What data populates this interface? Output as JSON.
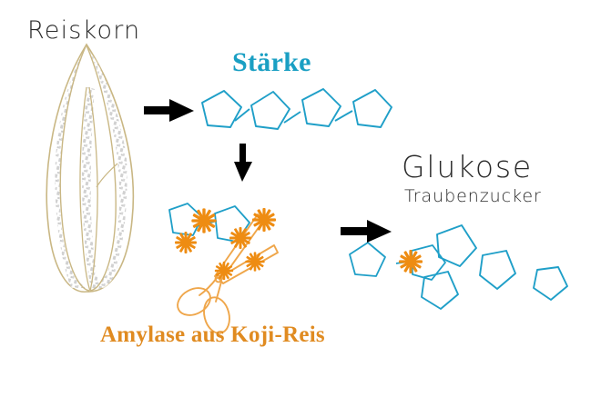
{
  "diagram": {
    "title_implied": "Rice starch to glucose conversion by koji amylase",
    "background_color": "#ffffff",
    "labels": {
      "reiskorn": "Reiskorn",
      "staerke": "Stärke",
      "amylase": "Amylase aus Koji-Reis",
      "glukose": "Glukose",
      "traubenzucker": "Traubenzucker"
    },
    "colors": {
      "pentagon_stroke": "#1f9fc8",
      "starch_text": "#1a9fc3",
      "amylase_text": "#e08b21",
      "amylase_orange": "#ee8c12",
      "scissors_outline": "#efa64a",
      "grain_outline": "#c9b784",
      "grain_texture": "#c9c9c9",
      "arrow": "#000000",
      "plain_text": "#2a2a2a"
    },
    "arrows": [
      {
        "name": "arrow-grain-to-starch",
        "direction": "right",
        "from": "reiskorn",
        "to": "staerke"
      },
      {
        "name": "arrow-starch-to-amylase",
        "direction": "down",
        "from": "staerke",
        "to": "amylase"
      },
      {
        "name": "arrow-amylase-to-glucose",
        "direction": "right",
        "from": "amylase",
        "to": "glukose"
      }
    ],
    "starch_chain": {
      "name": "starch-polymer-chain",
      "unit_count": 4,
      "unit_shape": "pentagon",
      "linked": true
    },
    "cleavage_scene": {
      "name": "enzyme-cleavage-scene",
      "scissors_count": 1,
      "starburst_count": 7,
      "pentagon_count": 4,
      "fragment_pairs": 2
    },
    "glucose_units": {
      "name": "free-glucose-monomers",
      "count": 4,
      "unit_shape": "pentagon",
      "linked": false
    }
  }
}
